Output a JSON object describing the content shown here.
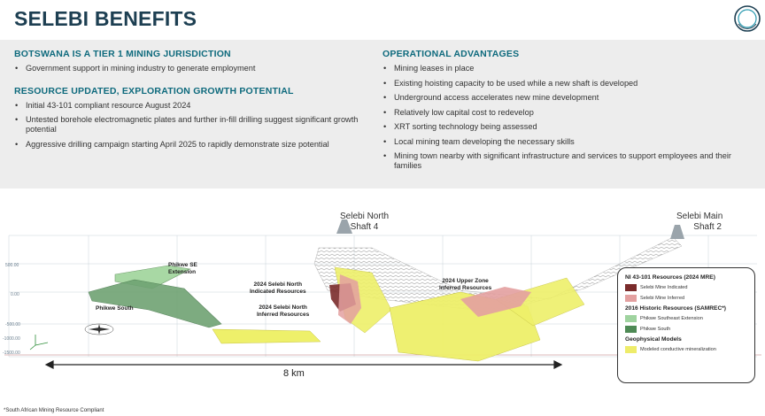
{
  "title": "SELEBI BENEFITS",
  "left": {
    "sections": [
      {
        "heading": "BOTSWANA IS A TIER 1 MINING JURISDICTION",
        "bullets": [
          "Government support in mining industry to generate employment"
        ]
      },
      {
        "heading": "RESOURCE UPDATED, EXPLORATION GROWTH POTENTIAL",
        "bullets": [
          "Initial 43-101 compliant resource August 2024",
          "Untested borehole electromagnetic plates and further in-fill drilling suggest significant growth potential",
          "Aggressive drilling campaign starting April 2025 to rapidly demonstrate size potential"
        ]
      }
    ]
  },
  "right": {
    "heading": "OPERATIONAL ADVANTAGES",
    "bullets": [
      "Mining leases in place",
      "Existing hoisting capacity to be used while a new shaft is developed",
      "Underground access accelerates new mine development",
      "Relatively low capital cost to redevelop",
      "XRT sorting technology being assessed",
      "Local mining team developing the necessary skills",
      "Mining town nearby with significant infrastructure and services to support employees and their families"
    ]
  },
  "diagram": {
    "shafts": [
      {
        "line1": "Selebi North",
        "line2": "Shaft 4"
      },
      {
        "line1": "Selebi Main",
        "line2": "Shaft 2"
      }
    ],
    "labels": {
      "phikwe_se": "Phikwe SE\nExtension",
      "phikwe_south": "Phikwe South",
      "north_indicated": "2024 Selebi North\nIndicated Resources",
      "north_inferred": "2024 Selebi North\nInferred Resources",
      "upper_zone": "2024 Upper Zone\nInferred Resources"
    },
    "elevations": [
      "500.00",
      "0.00",
      "-500.00",
      "-1000.00",
      "-1500.00"
    ],
    "distance": "8 km",
    "legend": {
      "title1": "NI 43-101 Resources (2024 MRE)",
      "items1": [
        {
          "label": "Selebi Mine Indicated",
          "color": "#7a2b2b"
        },
        {
          "label": "Selebi Mine Inferred",
          "color": "#e3a0a0"
        }
      ],
      "title2": "2016 Historic Resources (SAMREC*)",
      "items2": [
        {
          "label": "Phikwe Southeast Extension",
          "color": "#9fd39f"
        },
        {
          "label": "Phikwe South",
          "color": "#4e8a55"
        }
      ],
      "title3": "Geophysical Models",
      "items3": [
        {
          "label": "Modeled conductive mineralization",
          "color": "#eeec6a"
        }
      ]
    }
  },
  "footnote": "*South African Mining Resource Compliant"
}
